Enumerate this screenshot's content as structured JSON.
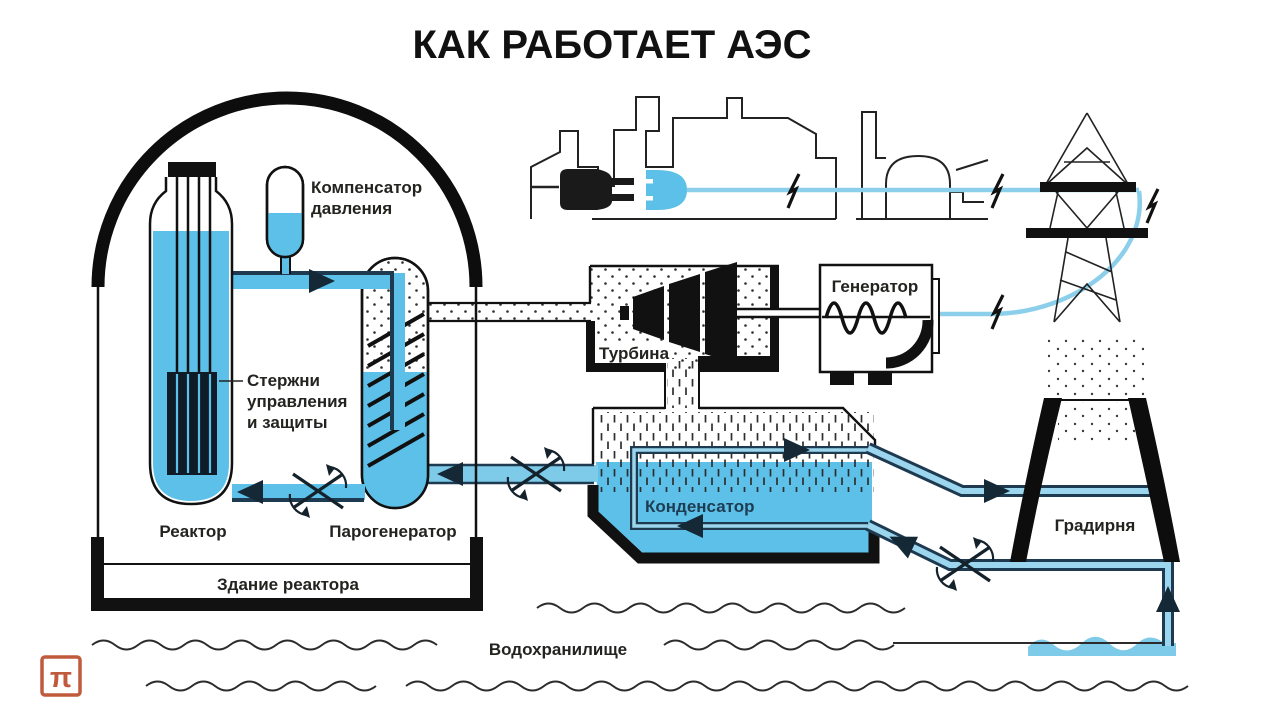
{
  "title": "КАК РАБОТАЕТ АЭС",
  "palette": {
    "ink": "#111111",
    "water_blue": "#5cc0e8",
    "feedwater_blue": "#7ecae9",
    "pipe_core_blue": "#9bd5ee",
    "pipe_dark_navy": "#1d3a50",
    "power_line_blue": "#8ccfeb",
    "arrow_navy": "#152836",
    "label_color": "#232320",
    "condenser_label_navy": "#1e3c52",
    "logo_red": "#c05a3c",
    "background": "#ffffff"
  },
  "labels": {
    "pressurizer": [
      "Компенсатор",
      "давления"
    ],
    "control_rods": [
      "Стержни",
      "управления",
      "и защиты"
    ],
    "reactor": "Реактор",
    "steam_generator": "Парогенератор",
    "reactor_building": "Здание реактора",
    "turbine": "Турбина",
    "generator": "Генератор",
    "condenser": "Конденсатор",
    "cooling_tower": "Градирня",
    "reservoir": "Водохранилище",
    "logo_symbol": "π"
  },
  "icons": [
    "containment-dome-icon",
    "reactor-vessel-icon",
    "control-rods-icon",
    "pressurizer-icon",
    "steam-generator-icon",
    "valve-icon",
    "flow-arrow-icon",
    "turbine-rotor-icon",
    "generator-coil-icon",
    "condenser-icon",
    "cooling-tower-icon",
    "transmission-tower-icon",
    "lightning-bolt-icon",
    "city-skyline-icon",
    "plug-icon",
    "socket-icon",
    "water-wave-icon",
    "pi-logo-icon"
  ]
}
